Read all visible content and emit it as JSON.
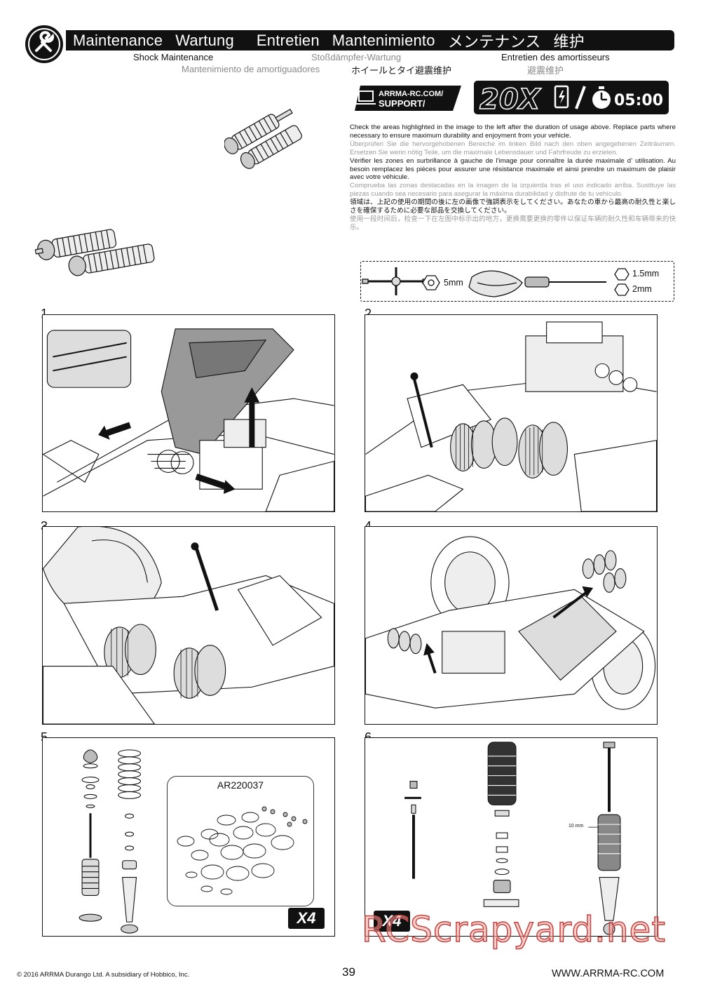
{
  "header": {
    "titles": [
      "Maintenance",
      "Wartung",
      "Entretien",
      "Mantenimiento",
      "メンテナンス",
      "维护"
    ],
    "subtitles": {
      "en": "Shock Maintenance",
      "de": "Stoßdämpfer-Wartung",
      "fr": "Entretien des amortisseurs",
      "es": "Mantenimiento de amortiguadores",
      "jp": "ホイールとタイ避震维护",
      "cn": "避震维护"
    }
  },
  "badges": {
    "support_line1": "ARRMA-RC.COM/",
    "support_line2": "SUPPORT/",
    "usage": "20X",
    "time": "05:00"
  },
  "description": {
    "en": "Check the areas highlighted in the image to the left after the duration of usage above. Replace parts where necessary to ensure maximum durability and enjoyment from your vehicle.",
    "de": "Überprüfen Sie die hervorgehobenen Bereiche im linken Bild nach den oben angegebenen Zeiträumen. Ersetzen Sie wenn nötig Teile, um die maximale Lebensdauer und Fahrfreude zu erzielen.",
    "fr": "Vérifier les zones en surbrillance à gauche de l’image pour connaître la durée maximale d’ utilisation. Au besoin remplacez les pièces pour assurer une résistance maximale et ainsi prendre un maximum de plaisir avec votre véhicule.",
    "es": "Comprueba las zonas destacadas en la imagen de la izquierda tras el uso indicado arriba. Sustituye las piezas cuando sea necesario para asegurar la máxima durabilidad y disfrute de tu vehículo.",
    "jp": "領域は、上記の使用の期間の後に左の画像で強調表示をしてください。あなたの車から最高の耐久性と楽しさを確保するために必要な部品を交換してください。",
    "cn": "使用一段时间后，检查一下在左图中标示出的地方，更换需要更换的零件以保证车辆的耐久性和车辆带来的快乐。"
  },
  "tools": {
    "hex_socket": "5mm",
    "hex_small": "1.5mm",
    "hex_large": "2mm"
  },
  "steps": [
    {
      "number": "1"
    },
    {
      "number": "2"
    },
    {
      "number": "3"
    },
    {
      "number": "4"
    },
    {
      "number": "5",
      "kit_code": "AR220037",
      "quantity": "X4"
    },
    {
      "number": "6",
      "quantity": "X4",
      "dimension": "10 mm"
    }
  ],
  "watermark": "RCScrapyard.net",
  "footer": {
    "copyright": "© 2016 ARRMA Durango Ltd. A subsidiary of Hobbico, Inc.",
    "page": "39",
    "website": "WWW.ARRMA-RC.COM"
  }
}
